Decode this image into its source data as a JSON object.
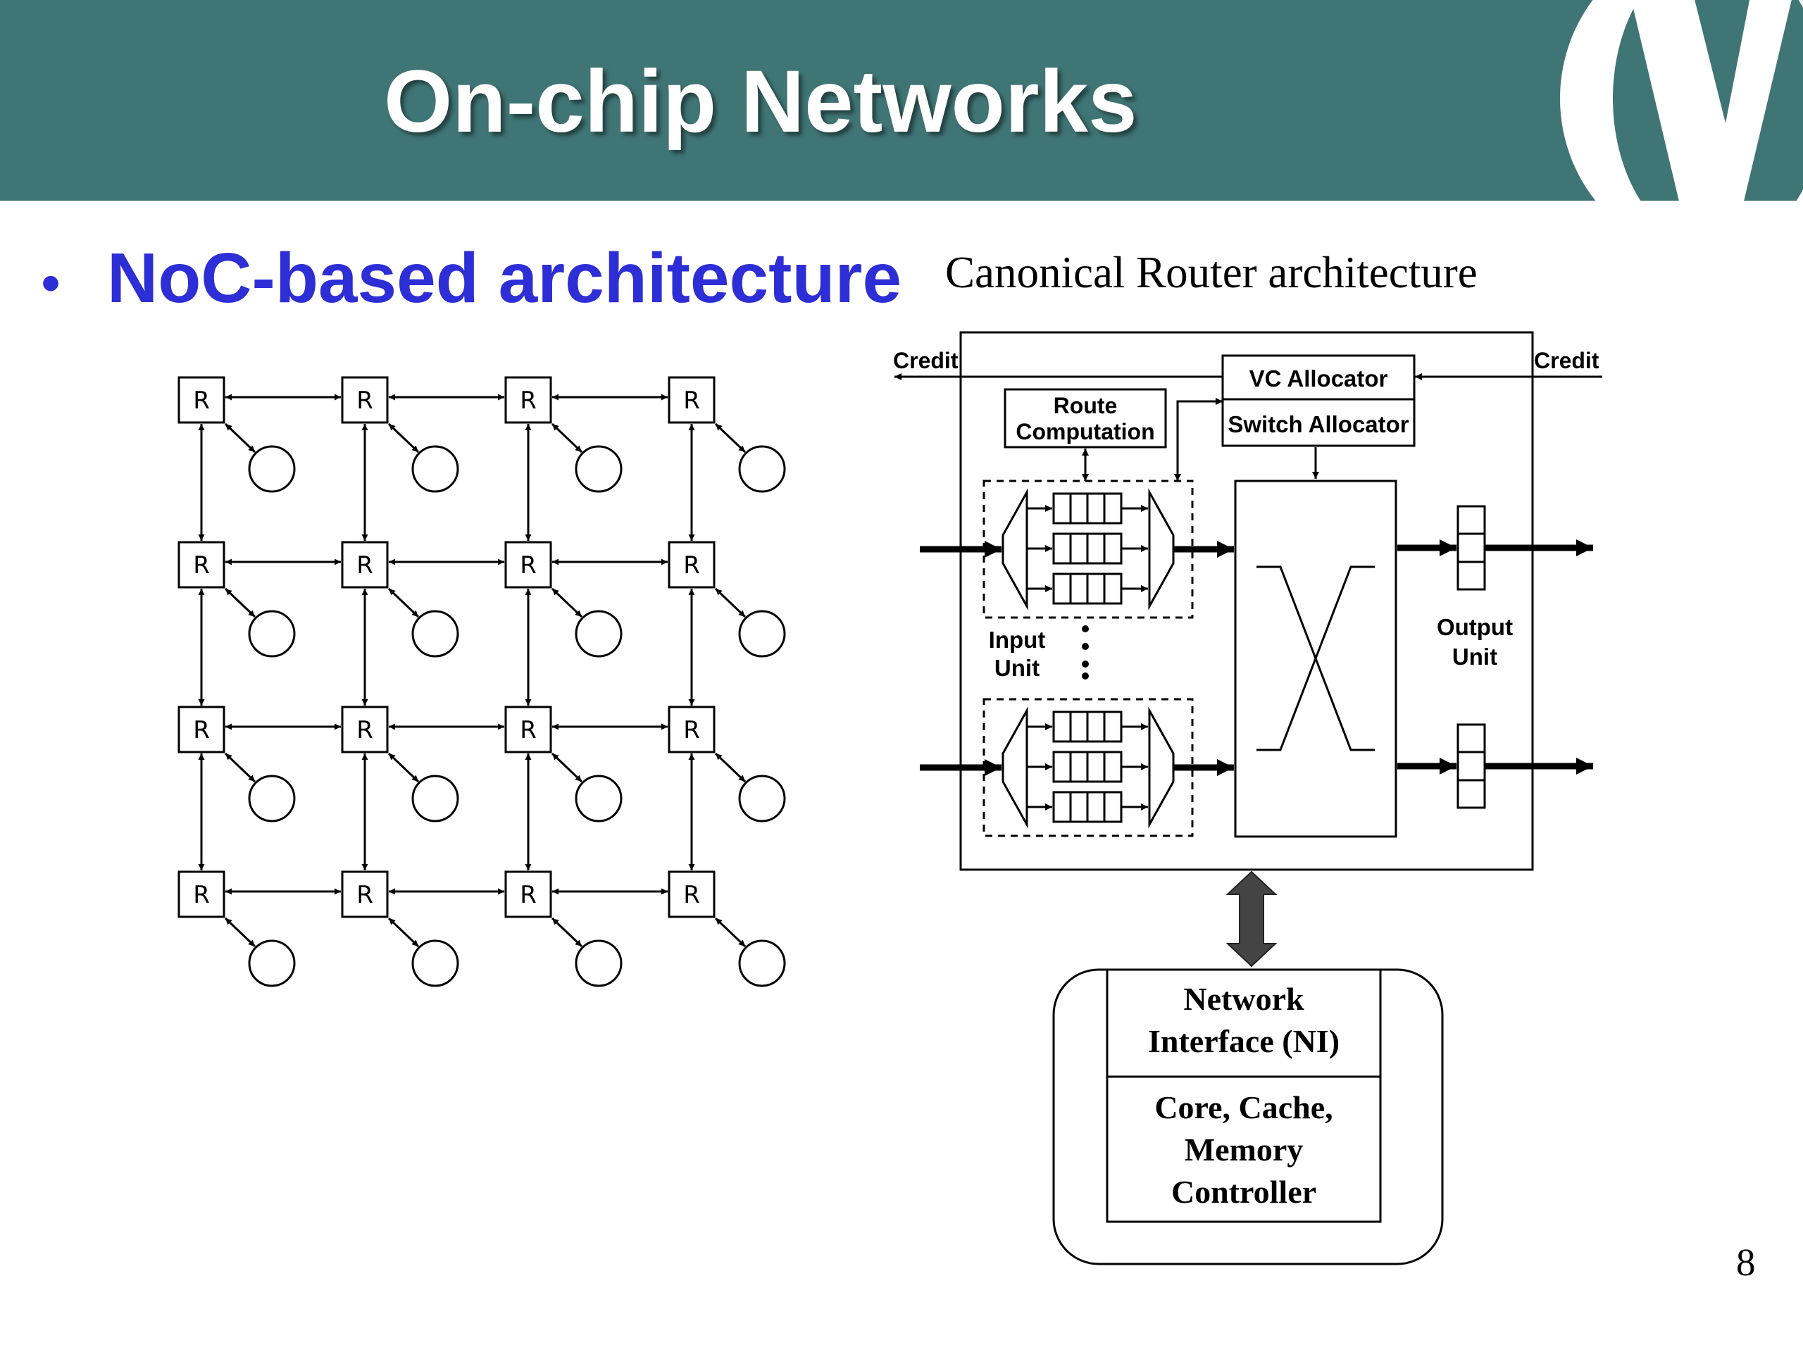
{
  "slide": {
    "title": "On-chip Networks",
    "bullet": "NoC-based architecture",
    "router_caption": "Canonical Router architecture",
    "page_number": "8"
  },
  "mesh": {
    "rows": 4,
    "cols": 4,
    "router_label": "R"
  },
  "router": {
    "credit_left": "Credit",
    "credit_right": "Credit",
    "vc_allocator": "VC Allocator",
    "switch_allocator": "Switch Allocator",
    "route_computation": [
      "Route",
      "Computation"
    ],
    "input_unit": [
      "Input",
      "Unit"
    ],
    "output_unit": [
      "Output",
      "Unit"
    ]
  },
  "node": {
    "network_interface": [
      "Network",
      "Interface (NI)"
    ],
    "core": [
      "Core, Cache,",
      "Memory",
      "Controller"
    ]
  },
  "colors": {
    "header_bg": "#407575",
    "bullet": "#2e2ed6",
    "arrow_dark": "#444444"
  }
}
